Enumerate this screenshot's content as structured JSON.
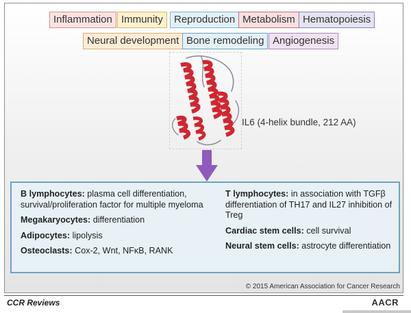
{
  "tags": [
    {
      "label": "Inflammation",
      "fill": "#fbe3e3",
      "border": "#d98f8f"
    },
    {
      "label": "Immunity",
      "fill": "#fdf1cf",
      "border": "#d8b95c"
    },
    {
      "label": "Reproduction",
      "fill": "#e3f1f8",
      "border": "#7fb2cc"
    },
    {
      "label": "Metabolism",
      "fill": "#f7dfe2",
      "border": "#c46e7c"
    },
    {
      "label": "Hematopoiesis",
      "fill": "#e4e4f2",
      "border": "#8585b8"
    },
    {
      "label": "Neural development",
      "fill": "#fdecd6",
      "border": "#dfad6e"
    },
    {
      "label": "Bone remodeling",
      "fill": "#e3f1f8",
      "border": "#6aa4c2"
    },
    {
      "label": "Angiogenesis",
      "fill": "#efe3f1",
      "border": "#a98bb3"
    }
  ],
  "protein": {
    "label": "IL6 (4-helix bundle, 212 AA)",
    "helix_color": "#d22630",
    "loop_color": "#8a8aa0"
  },
  "arrow_color": "#8e5bbd",
  "panel": {
    "left": [
      {
        "name": "B lymphocytes:",
        "desc": " plasma cell differentiation, survival/proliferation factor for multiple myeloma"
      },
      {
        "name": "Megakaryocytes:",
        "desc": " differentiation"
      },
      {
        "name": "Adipocytes:",
        "desc": " lipolysis"
      },
      {
        "name": "Osteoclasts:",
        "desc": " Cox-2, Wnt, NFκB, RANK"
      }
    ],
    "right": [
      {
        "name": "T lymphocytes:",
        "desc": " in association with TGFβ differentiation of TH17 and IL27 inhibition of Treg"
      },
      {
        "name": "Cardiac stem cells:",
        "desc": " cell survival"
      },
      {
        "name": "Neural stem cells:",
        "desc": " astrocyte differentiation"
      }
    ]
  },
  "footer": {
    "copyright": "© 2015 American Association for Cancer Research",
    "journal": "CCR Reviews",
    "publisher": "AACR"
  }
}
